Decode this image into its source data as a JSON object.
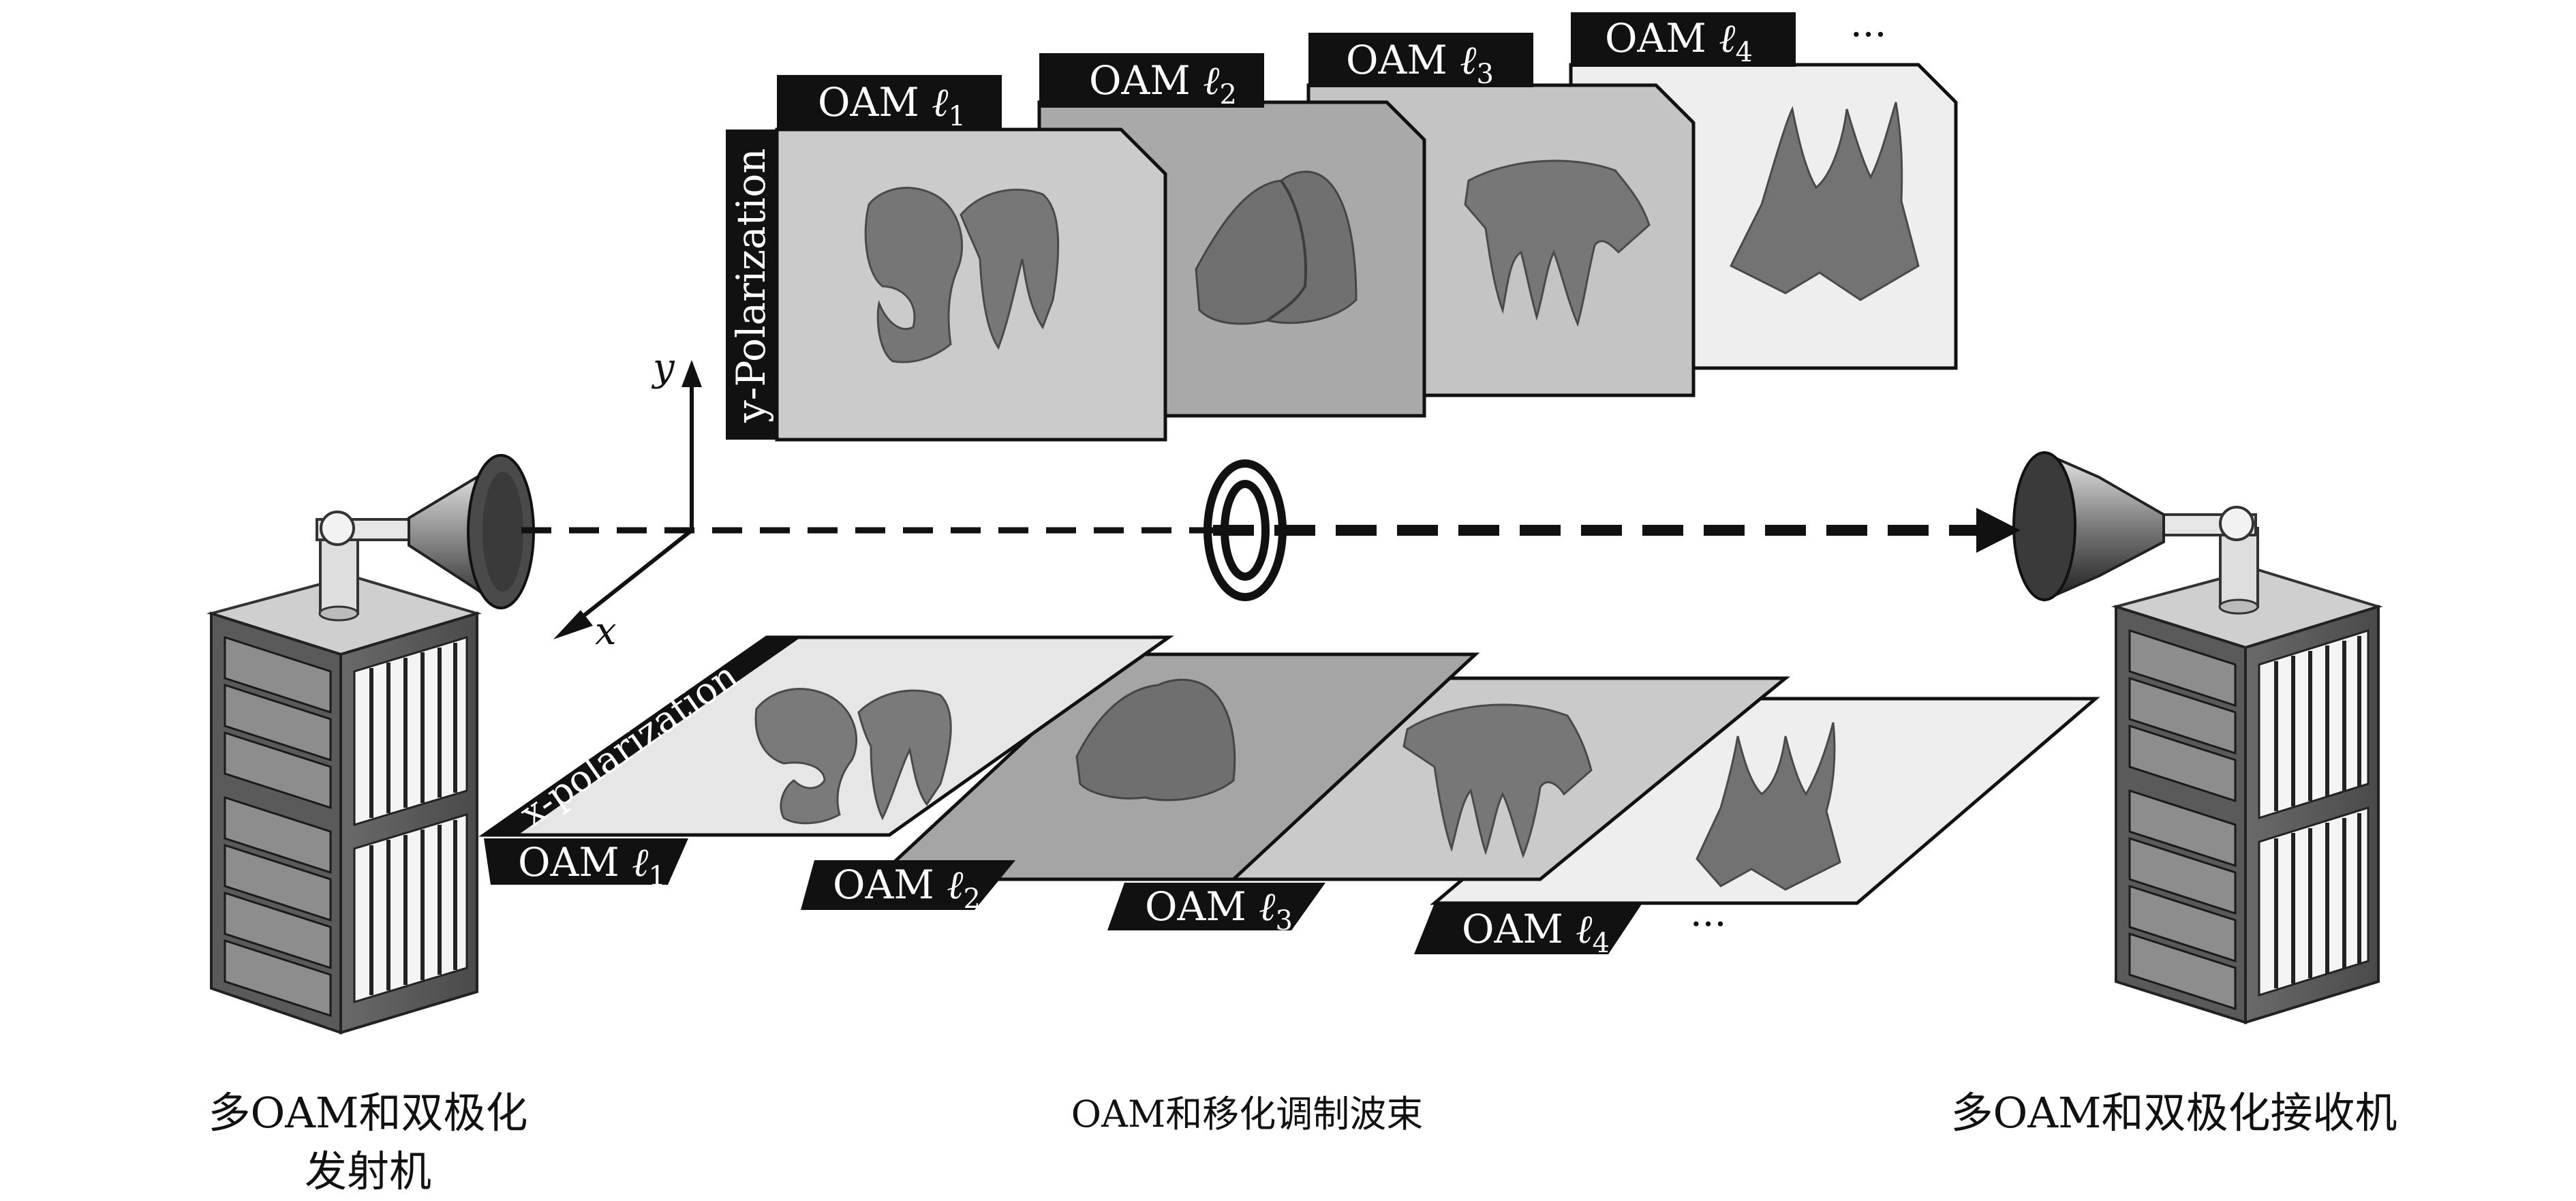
{
  "y_panels": {
    "side_label": "y-Polarization",
    "tags": [
      {
        "text": "OAM ",
        "ell": "ℓ",
        "sub": "1"
      },
      {
        "text": "OAM ",
        "ell": "ℓ",
        "sub": "2"
      },
      {
        "text": "OAM ",
        "ell": "ℓ",
        "sub": "3"
      },
      {
        "text": "OAM ",
        "ell": "ℓ",
        "sub": "4"
      }
    ],
    "more": "···"
  },
  "x_panels": {
    "side_label": "x-polarization",
    "tags": [
      {
        "text": "OAM ",
        "ell": "ℓ",
        "sub": "1"
      },
      {
        "text": "OAM ",
        "ell": "ℓ",
        "sub": "2"
      },
      {
        "text": "OAM ",
        "ell": "ℓ",
        "sub": "3"
      },
      {
        "text": "OAM ",
        "ell": "ℓ",
        "sub": "4"
      }
    ],
    "more": "···"
  },
  "axes": {
    "y": "y",
    "x": "x"
  },
  "captions": {
    "transmitter_line1": "多OAM和双极化",
    "transmitter_line2": "发射机",
    "beam": "OAM和移化调制波束",
    "receiver": "多OAM和双极化接收机"
  },
  "colors": {
    "tag_bg": "#111111",
    "panel_1": "#cbcbcb",
    "panel_2": "#a9a9a9",
    "panel_3": "#c4c4c4",
    "panel_4": "#eeeeee",
    "pattern": "#6e6e6e"
  }
}
